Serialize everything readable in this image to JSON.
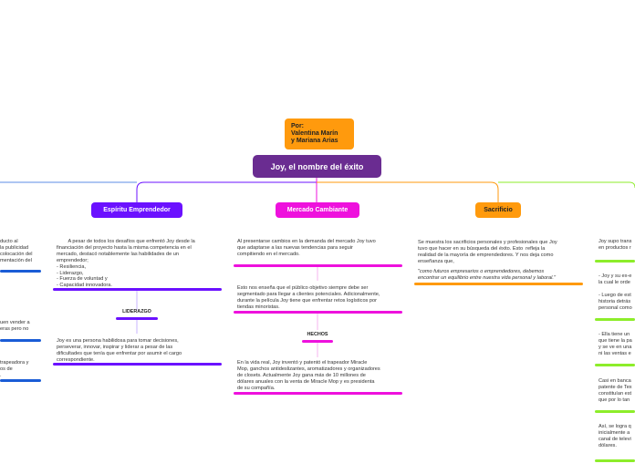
{
  "author": "Por:\nValentina Marín\ny Mariana Arias",
  "central_topic": "Joy, el nombre del éxito",
  "colors": {
    "central": "#6a2c91",
    "author": "#ff9a0d",
    "emprendedor": "#6b11ff",
    "mercado": "#ee11dd",
    "sacrificio": "#ff9a0d",
    "green": "#8ded2a",
    "blue": "#1a5cd6",
    "left_line": "#5b8ee6"
  },
  "branches": {
    "emprendedor": {
      "label": "Espíritu Emprendedor",
      "text1": "        A pesar de todos los desafíos que enfrentó Joy desde la\nfinanciación del proyecto hasta la misma competencia en el\nmercado, destacó notablemente las habilidades de un\nemprendedor;\n- Resiliencia,\n- Liderazgo,\n- Fuerza de voluntad y\n- Capacidad innovadora.",
      "sub_label": "LIDERAZGO",
      "text2": "Joy es una persona habilidosa para tomar decisiones,\nperseverar, innovar, inspirar y liderar a pesar de las\ndificultades que tenía que enfrentar por asumir el cargo\ncorrespondiente."
    },
    "mercado": {
      "label": "Mercado Cambiante",
      "text1": "Al presentarse cambios en la demanda del mercado Joy tuvo\nque adaptarse a las nuevas tendencias para seguir\ncompitiendo en el mercado.",
      "text2": "Esto nos enseña que el público objetivo siempre debe ser\nsegmentado para llegar a clientes potenciales. Adicionalmente,\ndurante la película Joy tiene que enfrentar retos logísticos por\ntiendas minoristas.",
      "sub_label": "HECHOS",
      "text3": "En la vida real, Joy inventó y patentó el trapeador Miracle\nMop, ganchos antideslizantes, aromatizadores y organizadores\nde closets. Actualmente Joy gana más de 10 millones de\ndólares anuales con la venta de Miracle Mop y es presidenta\nde su compañía."
    },
    "sacrificio": {
      "label": "Sacrificio",
      "text1": "Se muestra los sacrificios personales y profesionales que Joy\ntuvo que hacer en su búsqueda del éxito. Esto  refleja la\nrealidad de la mayoría de emprendedores. Y nos deja como\nenseñanza que,",
      "quote": "\"como futuros empresarios o emprendedores, debemos\nencontrar un equilibrio entre nuestra vida personal y laboral.\""
    }
  },
  "left_fragments": {
    "t1": "ducto al\nla publicidad\ncolocación del\nmentación del",
    "t2": "uen vender a\neras pero no",
    "t3": "trapeadora y\nos de\n."
  },
  "right_fragments": {
    "r1": "Joy supo trans\nen productos r",
    "r2": "- Joy y su ex-e\nla cual le orde\n\n- Luego de est\nhistoria detrás\npersonal como",
    "r3": "- Ella tiene un\nque tiene la pa\ny se ve en una\nni las ventas e",
    "r4": "Casi en banca\npatente de Tex\nconstituían est\nque por lo tan",
    "r5": "Así, se logra q\ninicialmente a\ncanal de televi\ndólares."
  }
}
